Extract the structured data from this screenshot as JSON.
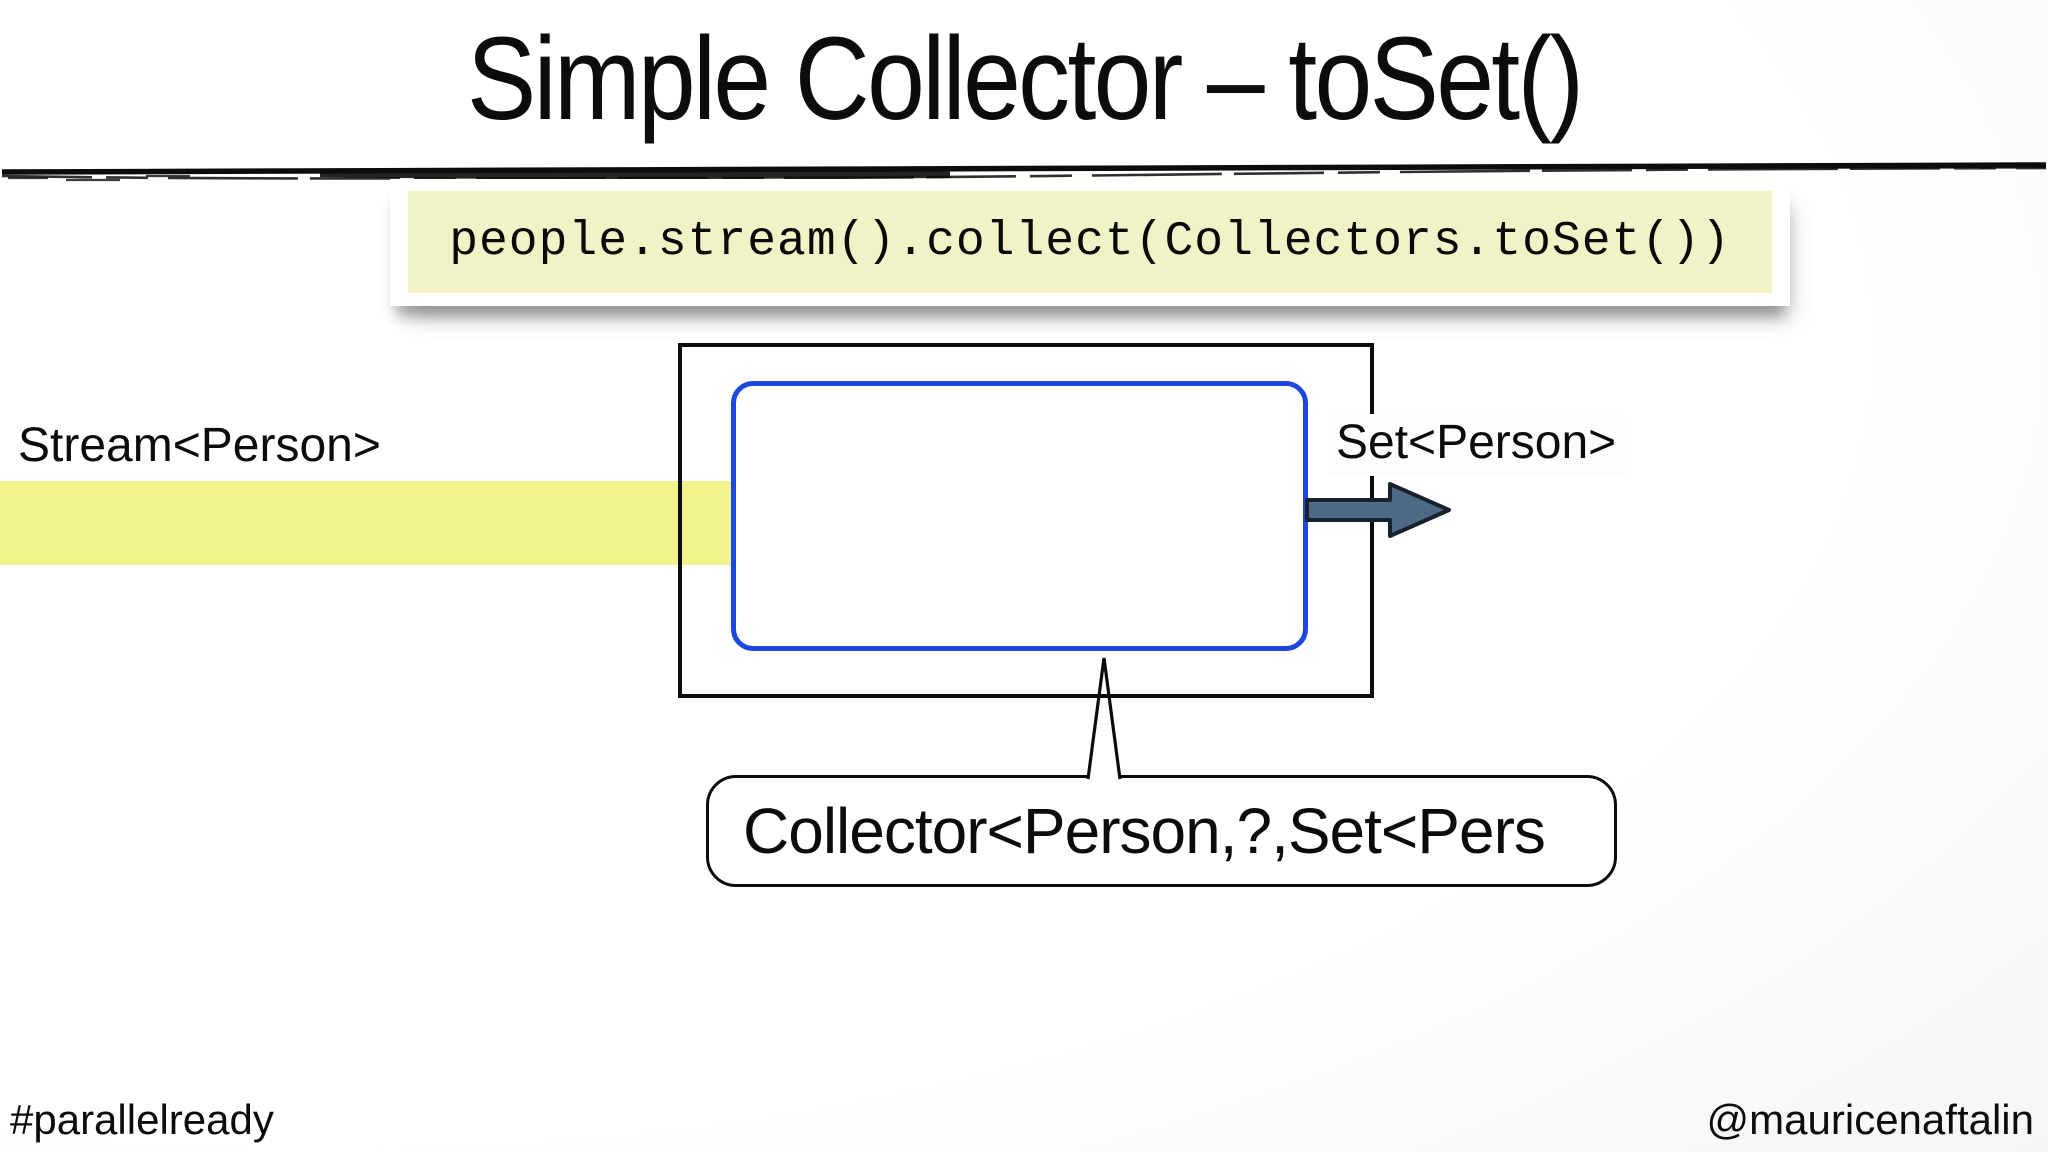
{
  "slide": {
    "title": "Simple Collector – toSet()",
    "code_snippet": "people.stream().collect(Collectors.toSet())",
    "diagram": {
      "input_label": "Stream<Person>",
      "output_label": "Set<Person>",
      "callout_label": "Collector<Person,?,Set<Pers",
      "icons": {
        "output_arrow": "block-arrow-right",
        "title_divider": "hand-drawn-horizontal-rule"
      }
    },
    "footer": {
      "hashtag": "#parallelready",
      "handle": "@mauricenaftalin"
    },
    "colors": {
      "ink": "#0c0c0c",
      "band_yellow": "#f2f38d",
      "code_yellow": "#f1f2c5",
      "collector_blue": "#1c48e0",
      "arrow_fill": "#4d6983",
      "arrow_outline": "#18222e"
    }
  }
}
